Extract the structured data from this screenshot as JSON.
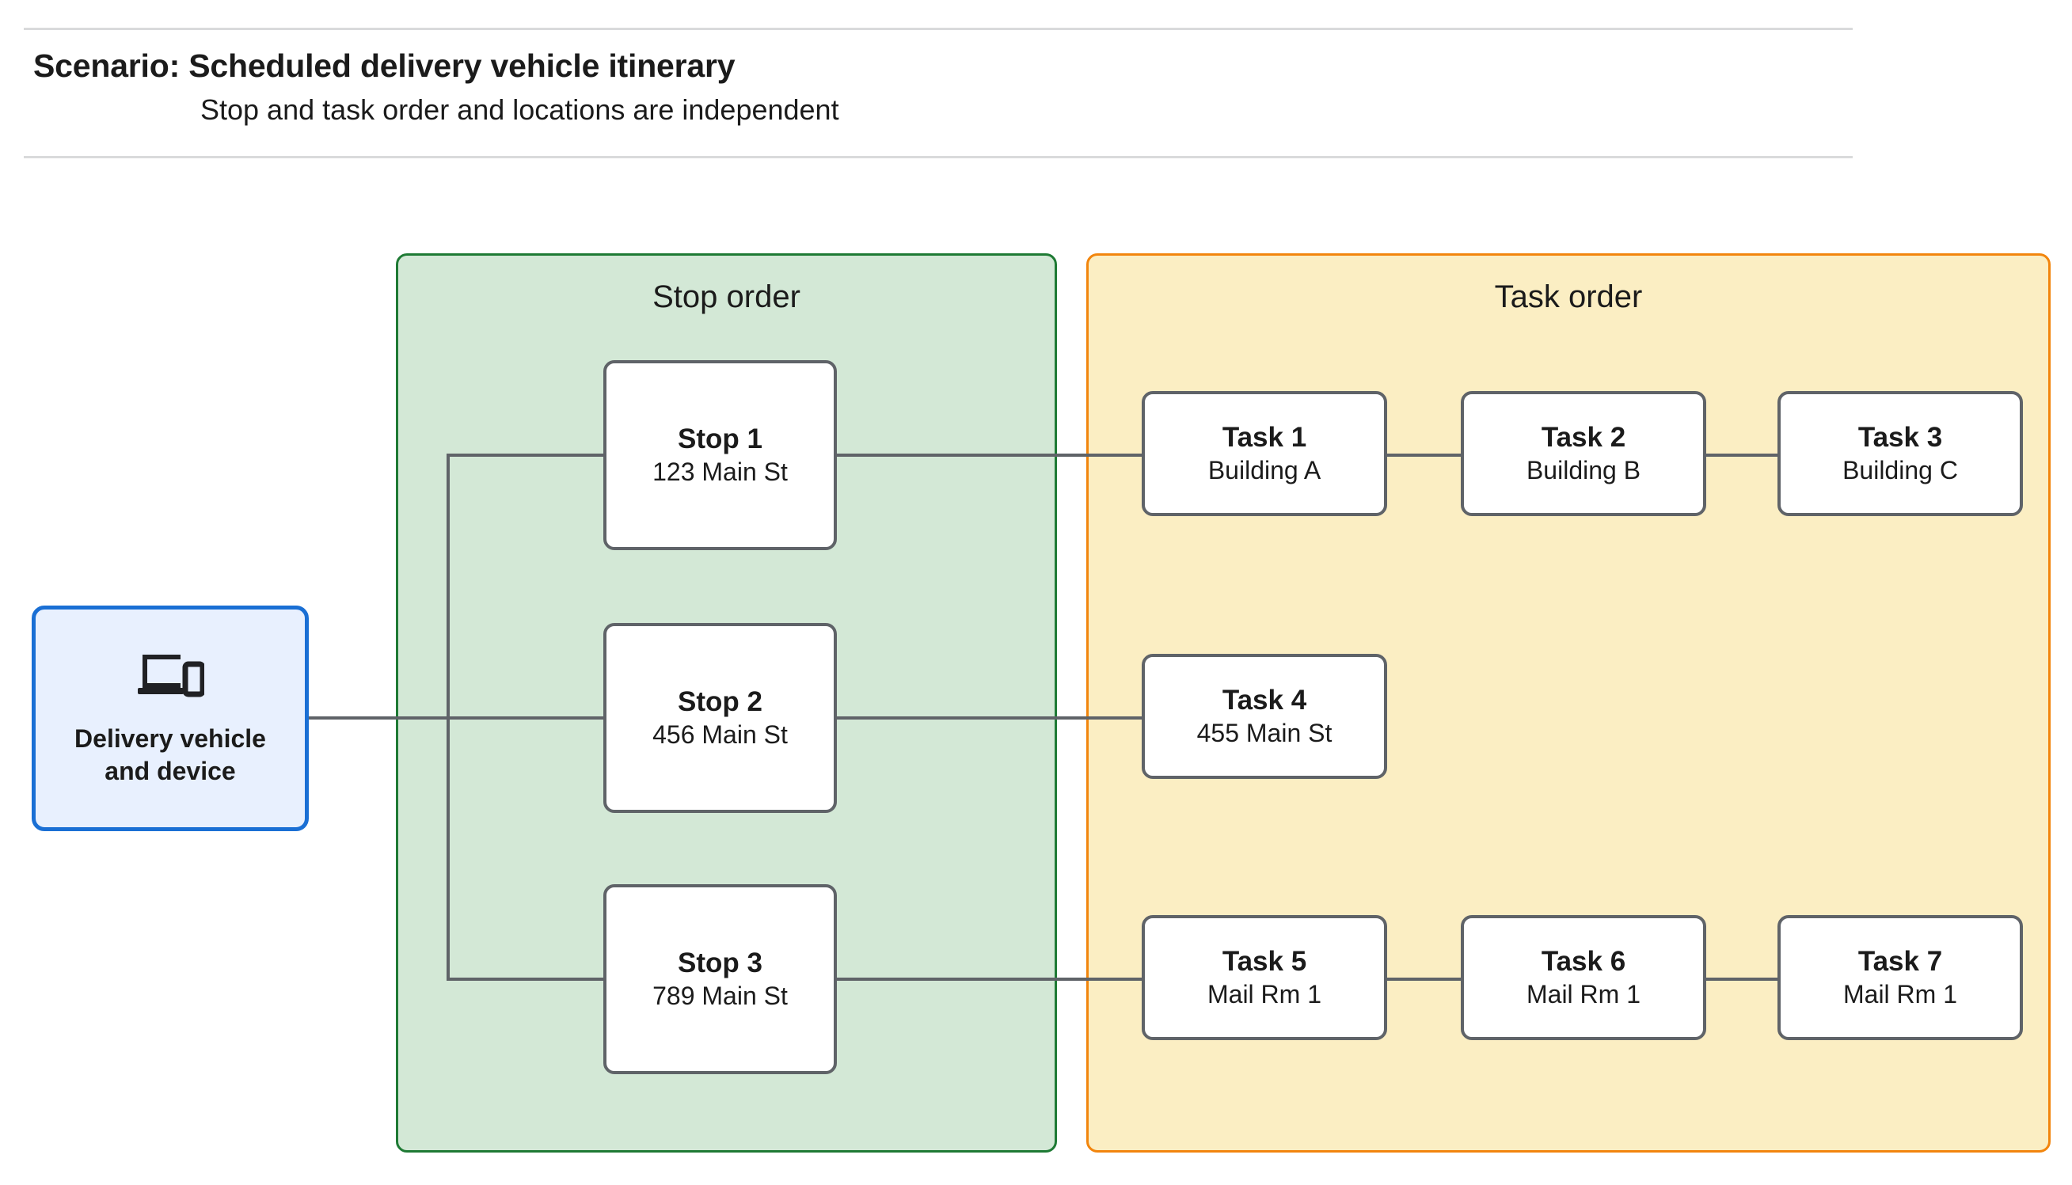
{
  "header": {
    "title": "Scenario: Scheduled delivery vehicle itinerary",
    "subtitle": "Stop and task order and locations are independent"
  },
  "vehicle": {
    "icon": "devices-icon",
    "label_line1": "Delivery vehicle",
    "label_line2": "and device"
  },
  "panels": {
    "stop": {
      "title": "Stop order",
      "fill": "#d3e8d6",
      "border": "#1e7a34"
    },
    "task": {
      "title": "Task order",
      "fill": "#fbeec3",
      "border": "#f2850d"
    }
  },
  "stops": [
    {
      "title": "Stop 1",
      "address": "123 Main St"
    },
    {
      "title": "Stop 2",
      "address": "456 Main St"
    },
    {
      "title": "Stop 3",
      "address": "789 Main St"
    }
  ],
  "task_rows": [
    [
      {
        "title": "Task 1",
        "location": "Building A"
      },
      {
        "title": "Task 2",
        "location": "Building B"
      },
      {
        "title": "Task 3",
        "location": "Building C"
      }
    ],
    [
      {
        "title": "Task 4",
        "location": "455 Main St"
      }
    ],
    [
      {
        "title": "Task 5",
        "location": "Mail Rm 1"
      },
      {
        "title": "Task 6",
        "location": "Mail Rm 1"
      },
      {
        "title": "Task 7",
        "location": "Mail Rm 1"
      }
    ]
  ],
  "colors": {
    "connector": "#5f6368",
    "node_border": "#5f6368",
    "vehicle_fill": "#e8f0fe",
    "vehicle_border": "#1a6fd4",
    "divider": "#d9dadb"
  }
}
